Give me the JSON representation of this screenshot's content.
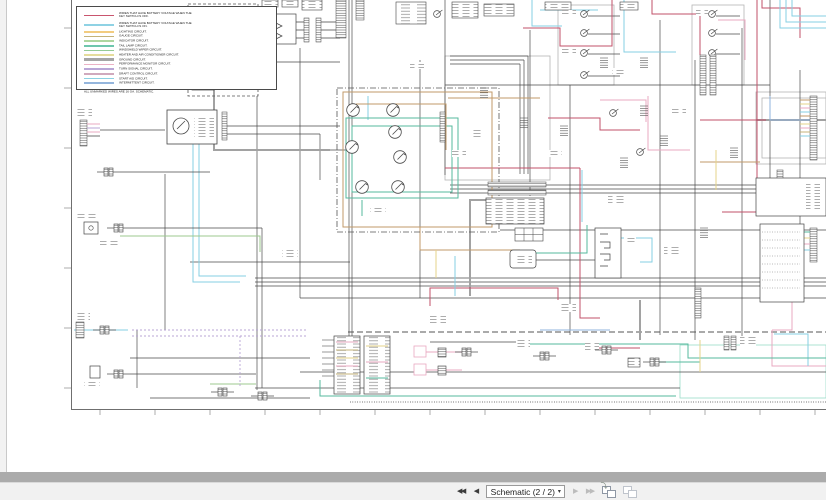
{
  "app": {
    "description": "Document viewer displaying page 2 of an electrical wiring schematic",
    "background_color": "#f2f2f2",
    "canvas_band_color": "#ababab",
    "page_color": "#ffffff"
  },
  "toolbar": {
    "first_label": "◀◀",
    "prev_label": "◀",
    "next_label": "▶",
    "last_label": "▶▶",
    "page_selector_value": "Schematic (2 / 2)",
    "dropdown_arrow": "▾",
    "new_sheet_arrow": "⤵",
    "enabled_color": "#3c3c3c",
    "disabled_color": "#bcbcbc"
  },
  "schematic": {
    "legend": {
      "entries": [
        {
          "color": "#c9556e",
          "label": "WIRES THAT HAVE BATTERY VOLTAGE WHEN THE KEY SWITCH IS OFF."
        },
        {
          "color": "#8fd2e4",
          "label": "WIRES THAT HAVE BATTERY VOLTAGE WHEN THE KEY SWITCH IS ON."
        },
        {
          "color": "#f2cc80",
          "label": "LIGHTING CIRCUIT."
        },
        {
          "color": "#c4b37a",
          "label": "GAUGE CIRCUIT."
        },
        {
          "color": "#aed6a0",
          "label": "INDICATOR CIRCUIT."
        },
        {
          "color": "#6ec6ad",
          "label": "TAIL LAMP CIRCUIT."
        },
        {
          "color": "#96cb96",
          "label": "WINDSHIELD WIPER CIRCUIT."
        },
        {
          "color": "#e6dd9c",
          "label": "HEATER AND AIR CONDITIONER CIRCUIT."
        },
        {
          "color": "#a5a5a5",
          "label": "GROUND CIRCUIT."
        },
        {
          "color": "#ecb2c6",
          "label": "PERFORMANCE MONITOR CIRCUIT."
        },
        {
          "color": "#b9a6d6",
          "label": "TURN SIGNAL CIRCUIT."
        },
        {
          "color": "#d0a9bd",
          "label": "DRAFT CONTROL CIRCUIT."
        },
        {
          "color": "#8cd1e2",
          "label": "START AID CIRCUIT."
        },
        {
          "color": "#95b6dd",
          "label": "INTERMITTENT CIRCUIT."
        }
      ],
      "note": "ALL UNMARKED WIRES ARE 16 GA. SCHEMATIC."
    },
    "wire_palette": {
      "battery_off": "#c2506a",
      "monitor_pink": "#eaa8c0",
      "key_on_cyan": "#86cfe3",
      "tail_teal": "#56b99e",
      "gauge_tan": "#c09a6a",
      "lighting_yellow": "#e6d389",
      "indicator_green": "#9cc98f",
      "turn_purple": "#b8a4d4",
      "intermittent_blue": "#8fb3dc",
      "wire_dark": "#4a4a4a",
      "ground_gray": "#a2a2a2"
    }
  }
}
